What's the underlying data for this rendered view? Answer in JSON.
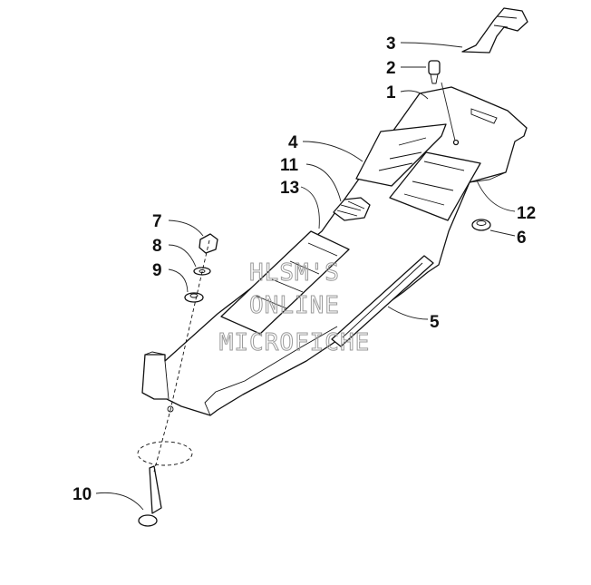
{
  "watermark": [
    "HLSM'S",
    "ONLINE",
    "MICROFICHE"
  ],
  "callouts": [
    {
      "id": "1",
      "label": "1"
    },
    {
      "id": "2",
      "label": "2"
    },
    {
      "id": "3",
      "label": "3"
    },
    {
      "id": "4",
      "label": "4"
    },
    {
      "id": "5",
      "label": "5"
    },
    {
      "id": "6",
      "label": "6"
    },
    {
      "id": "7",
      "label": "7"
    },
    {
      "id": "8",
      "label": "8"
    },
    {
      "id": "9",
      "label": "9"
    },
    {
      "id": "10",
      "label": "10"
    },
    {
      "id": "11",
      "label": "11"
    },
    {
      "id": "12",
      "label": "12"
    },
    {
      "id": "13",
      "label": "13"
    }
  ]
}
